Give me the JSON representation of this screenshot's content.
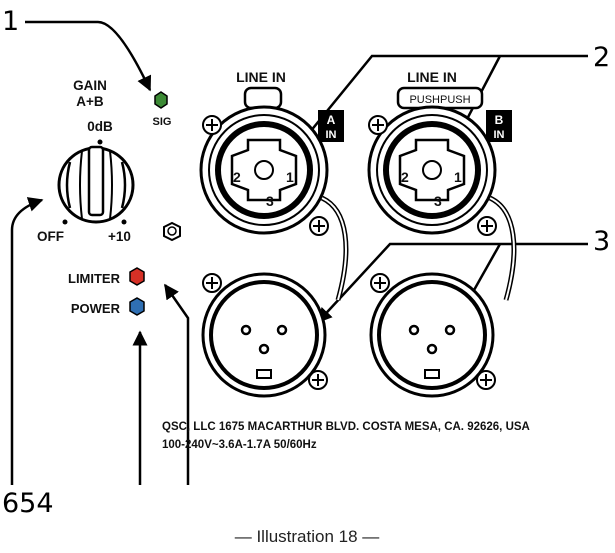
{
  "callouts": {
    "one": "1",
    "two": "2",
    "three": "3",
    "bottom": "654"
  },
  "gain": {
    "title": "GAIN",
    "subtitle": "A+B",
    "center": "0dB",
    "min": "OFF",
    "max": "+10"
  },
  "indicators": {
    "sig": "SIG",
    "limiter": "LIMITER",
    "power": "POWER",
    "sig_color": "#3c8a35",
    "limiter_color": "#d63026",
    "power_color": "#2f6fb3"
  },
  "inputs": {
    "line_in_a": "LINE IN",
    "line_in_b": "LINE IN",
    "a_letter": "A",
    "b_letter": "B",
    "in_text": "IN",
    "push": "PUSHPUSH",
    "pin1": "1",
    "pin2": "2",
    "pin3": "3"
  },
  "footer": {
    "address": "QSC, LLC  1675 MACARTHUR BLVD. COSTA MESA, CA. 92626, USA",
    "power_spec": "100-240V~3.6A-1.7A 50/60Hz",
    "caption": "— Illustration 18 —"
  }
}
